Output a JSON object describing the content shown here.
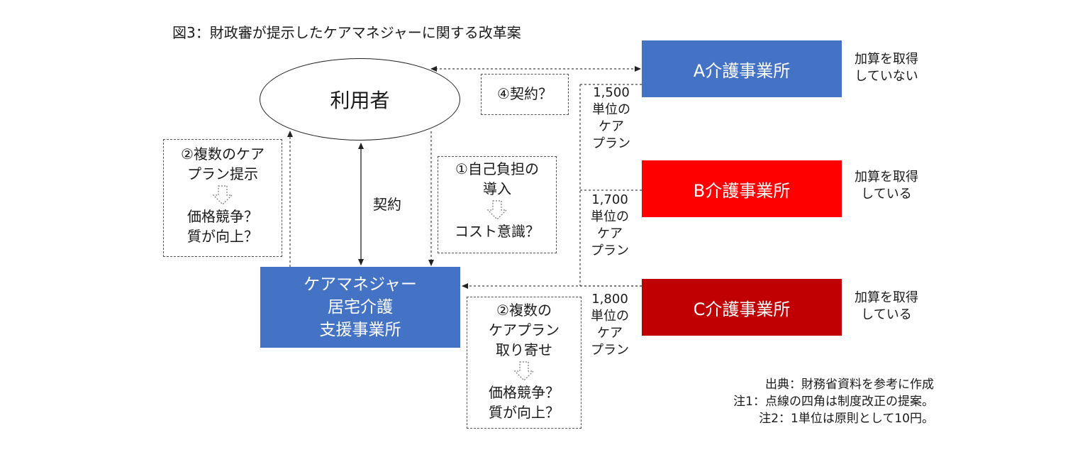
{
  "title": "図3：財政審が提示したケアマネジャーに関する改革案",
  "user_label": "利用者",
  "care_manager": {
    "lines": [
      "ケアマネジャー",
      "居宅介護",
      "支援事業所"
    ]
  },
  "contract_label": "契約",
  "proposal_1": {
    "line1": "①自己負担の",
    "line2": "導入",
    "line3": "コスト意識？"
  },
  "proposal_2_left": {
    "line1": "②複数のケア",
    "line2": "プラン提示",
    "line3": "価格競争？",
    "line4": "質が向上？"
  },
  "proposal_2_bottom": {
    "line1": "②複数の",
    "line2": "ケアプラン",
    "line3": "取り寄せ",
    "line4": "価格競争？",
    "line5": "質が向上？"
  },
  "proposal_4": "④契約？",
  "agencies": [
    {
      "name": "A介護事業所",
      "color": "#4472c4",
      "note_line1": "加算を取得",
      "note_line2": "していない",
      "units_value": "1,500",
      "units_l2": "単位の",
      "units_l3": "ケア",
      "units_l4": "プラン"
    },
    {
      "name": "B介護事業所",
      "color": "#ff0000",
      "note_line1": "加算を取得",
      "note_line2": "している",
      "units_value": "1,700",
      "units_l2": "単位の",
      "units_l3": "ケア",
      "units_l4": "プラン"
    },
    {
      "name": "C介護事業所",
      "color": "#c00000",
      "note_line1": "加算を取得",
      "note_line2": "している",
      "units_value": "1,800",
      "units_l2": "単位の",
      "units_l3": "ケア",
      "units_l4": "プラン"
    }
  ],
  "source": {
    "line1": "出典：財務省資料を参考に作成",
    "line2": "注1：点線の四角は制度改正の提案。",
    "line3": "注2：1単位は原則として10円。"
  }
}
